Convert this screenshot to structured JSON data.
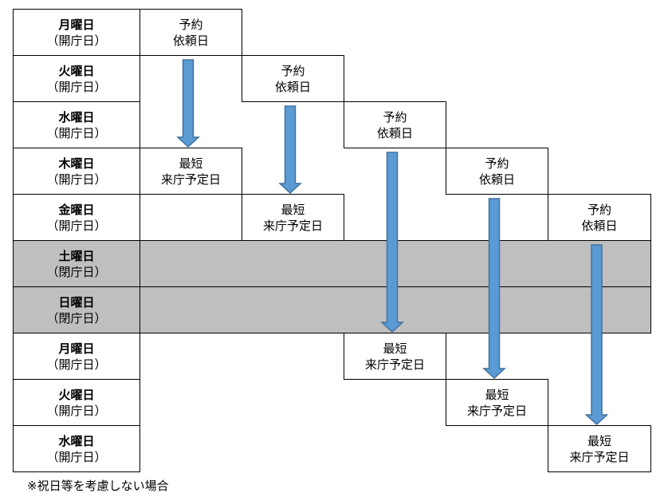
{
  "days": [
    {
      "name": "月曜日",
      "status": "（開庁日）",
      "closed": false
    },
    {
      "name": "火曜日",
      "status": "（開庁日）",
      "closed": false
    },
    {
      "name": "水曜日",
      "status": "（開庁日）",
      "closed": false
    },
    {
      "name": "木曜日",
      "status": "（開庁日）",
      "closed": false
    },
    {
      "name": "金曜日",
      "status": "（開庁日）",
      "closed": false
    },
    {
      "name": "土曜日",
      "status": "（閉庁日）",
      "closed": true
    },
    {
      "name": "日曜日",
      "status": "（閉庁日）",
      "closed": true
    },
    {
      "name": "月曜日",
      "status": "（開庁日）",
      "closed": false
    },
    {
      "name": "火曜日",
      "status": "（開庁日）",
      "closed": false
    },
    {
      "name": "水曜日",
      "status": "（開庁日）",
      "closed": false
    }
  ],
  "labels": {
    "request_line1": "予約",
    "request_line2": "依頼日",
    "visit_line1": "最短",
    "visit_line2": "来庁予定日"
  },
  "flows": [
    {
      "column": 1,
      "request_day_index": 0,
      "visit_day_index": 3
    },
    {
      "column": 2,
      "request_day_index": 1,
      "visit_day_index": 4
    },
    {
      "column": 3,
      "request_day_index": 2,
      "visit_day_index": 7
    },
    {
      "column": 4,
      "request_day_index": 3,
      "visit_day_index": 8
    },
    {
      "column": 5,
      "request_day_index": 4,
      "visit_day_index": 9
    }
  ],
  "colors": {
    "arrow_fill": "#5b9bd5",
    "arrow_stroke": "#41719c",
    "closed_fill": "#bfbfbf",
    "border": "#000000"
  },
  "note": "※祝日等を考慮しない場合"
}
